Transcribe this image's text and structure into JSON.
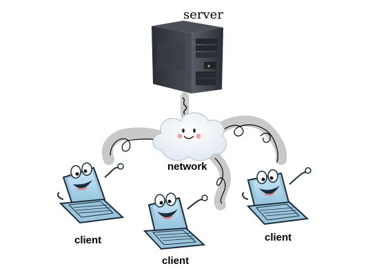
{
  "labels": {
    "server": "server",
    "network": "network",
    "clients": [
      "client",
      "client",
      "client"
    ]
  },
  "colors": {
    "server_body": "#3c3f45",
    "cloud": "#ffffff",
    "cable_shadow": "#c9c9c9",
    "laptop_body": "#9bc5dd",
    "laptop_outline": "#1b2c3a"
  },
  "icons": [
    "server-tower-icon",
    "cloud-face-icon",
    "laptop-character-icon",
    "cable-icon"
  ]
}
